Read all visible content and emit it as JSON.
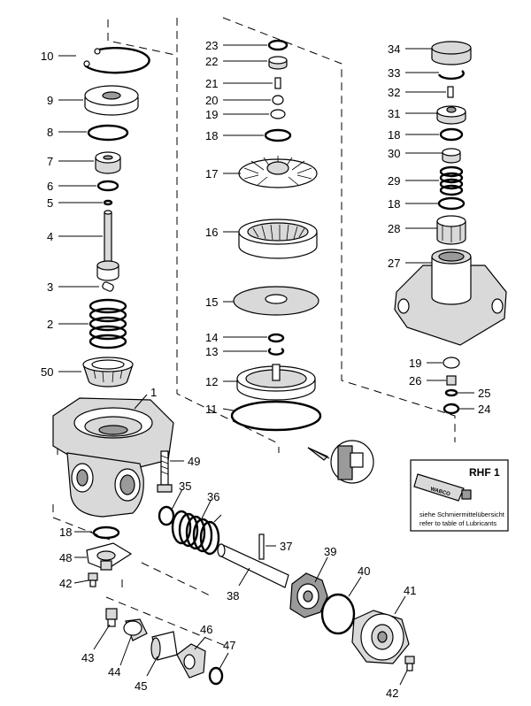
{
  "callouts": [
    {
      "id": "c10",
      "text": "10"
    },
    {
      "id": "c9",
      "text": "9"
    },
    {
      "id": "c8",
      "text": "8"
    },
    {
      "id": "c7",
      "text": "7"
    },
    {
      "id": "c6",
      "text": "6"
    },
    {
      "id": "c5",
      "text": "5"
    },
    {
      "id": "c4",
      "text": "4"
    },
    {
      "id": "c3",
      "text": "3"
    },
    {
      "id": "c2",
      "text": "2"
    },
    {
      "id": "c50",
      "text": "50"
    },
    {
      "id": "c1",
      "text": "1"
    },
    {
      "id": "c49",
      "text": "49"
    },
    {
      "id": "c35",
      "text": "35"
    },
    {
      "id": "c36",
      "text": "36"
    },
    {
      "id": "c18l",
      "text": "18"
    },
    {
      "id": "c37",
      "text": "37"
    },
    {
      "id": "c48",
      "text": "48"
    },
    {
      "id": "c39",
      "text": "39"
    },
    {
      "id": "c42l",
      "text": "42"
    },
    {
      "id": "c38",
      "text": "38"
    },
    {
      "id": "c40",
      "text": "40"
    },
    {
      "id": "c41",
      "text": "41"
    },
    {
      "id": "c43",
      "text": "43"
    },
    {
      "id": "c44",
      "text": "44"
    },
    {
      "id": "c45",
      "text": "45"
    },
    {
      "id": "c46",
      "text": "46"
    },
    {
      "id": "c47",
      "text": "47"
    },
    {
      "id": "c42r",
      "text": "42"
    },
    {
      "id": "c23",
      "text": "23"
    },
    {
      "id": "c22",
      "text": "22"
    },
    {
      "id": "c21",
      "text": "21"
    },
    {
      "id": "c20",
      "text": "20"
    },
    {
      "id": "c19m",
      "text": "19"
    },
    {
      "id": "c18m",
      "text": "18"
    },
    {
      "id": "c17",
      "text": "17"
    },
    {
      "id": "c16",
      "text": "16"
    },
    {
      "id": "c15",
      "text": "15"
    },
    {
      "id": "c14",
      "text": "14"
    },
    {
      "id": "c13",
      "text": "13"
    },
    {
      "id": "c12",
      "text": "12"
    },
    {
      "id": "c11",
      "text": "11"
    },
    {
      "id": "c34",
      "text": "34"
    },
    {
      "id": "c33",
      "text": "33"
    },
    {
      "id": "c32",
      "text": "32"
    },
    {
      "id": "c31",
      "text": "31"
    },
    {
      "id": "c18a",
      "text": "18"
    },
    {
      "id": "c30",
      "text": "30"
    },
    {
      "id": "c29",
      "text": "29"
    },
    {
      "id": "c18b",
      "text": "18"
    },
    {
      "id": "c28",
      "text": "28"
    },
    {
      "id": "c27",
      "text": "27"
    },
    {
      "id": "c19r",
      "text": "19"
    },
    {
      "id": "c26",
      "text": "26"
    },
    {
      "id": "c25",
      "text": "25"
    },
    {
      "id": "c24",
      "text": "24"
    }
  ],
  "lubricant_box": {
    "title": "RHF 1",
    "tube_brand": "WABCO",
    "note_de": "siehe Schmiermittelübersicht",
    "note_en": "refer to table of Lubricants"
  }
}
